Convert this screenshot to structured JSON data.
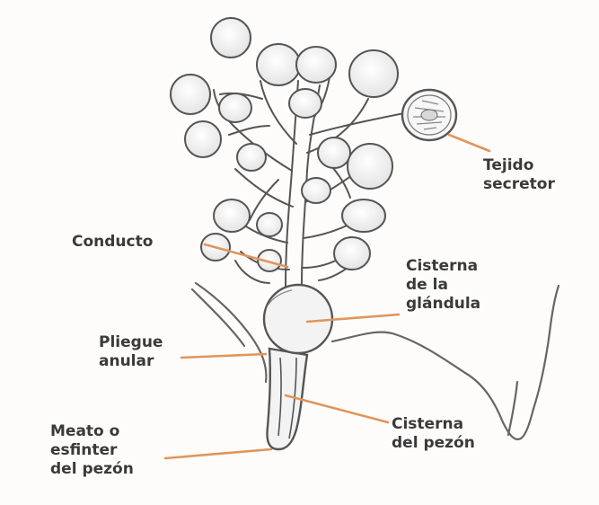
{
  "labels": {
    "tejido": [
      "Tejido",
      "secretor"
    ],
    "conducto": "Conducto",
    "cisterna_glandula": [
      "Cisterna",
      "de la",
      "glándula"
    ],
    "pliegue": [
      "Pliegue",
      "anular"
    ],
    "cisterna_pezon": [
      "Cisterna",
      "del pezón"
    ],
    "meato": [
      "Meato o",
      "esfinter",
      "del pezón"
    ]
  },
  "colors": {
    "leader_line": "#e0955a",
    "outline": "#555555",
    "fill": "#f4f4f4",
    "label_text": "#3a3a3a"
  }
}
